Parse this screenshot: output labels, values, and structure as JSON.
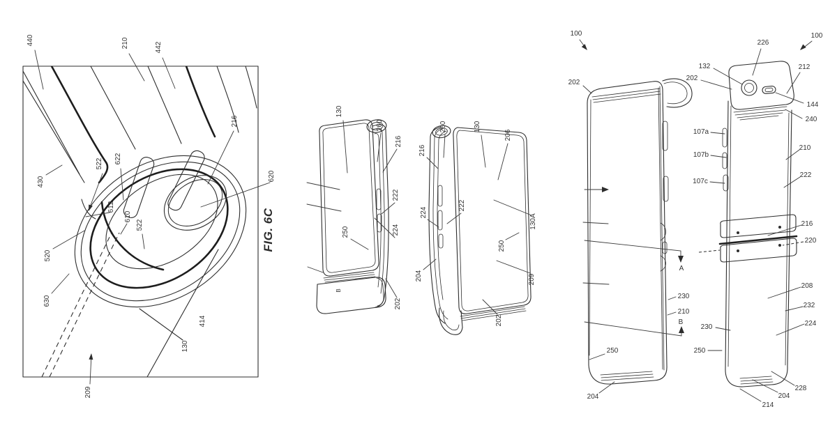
{
  "colors": {
    "ink": "#2d2d2d",
    "background": "#ffffff"
  },
  "fig6c": {
    "title": "FIG. 6C",
    "labels": {
      "n440": "440",
      "n210": "210",
      "n442": "442",
      "n216": "216",
      "n620": "620",
      "n430": "430",
      "n522a": "522",
      "n622": "622",
      "n612": "612",
      "n610": "610",
      "n522b": "522",
      "n520": "520",
      "n630": "630",
      "n414": "414",
      "n130": "130",
      "n209": "209"
    }
  },
  "folded_left": {
    "device_mark": "B",
    "labels": {
      "n130": "130",
      "n260": "260",
      "n216": "216",
      "n222": "222",
      "n224": "224",
      "n250": "250",
      "n202": "202"
    }
  },
  "folded_right": {
    "labels": {
      "n216": "216",
      "n260": "260",
      "n130": "130",
      "n206": "206",
      "n224": "224",
      "n222": "222",
      "n130a": "130A",
      "n250": "250",
      "n209": "209",
      "n204": "204",
      "n202": "202"
    }
  },
  "front_view": {
    "ref": "100",
    "sections": {
      "a": "A",
      "b": "B"
    },
    "labels": {
      "n202": "202",
      "n230": "230",
      "n210": "210",
      "n250": "250",
      "n204": "204"
    }
  },
  "back_view": {
    "ref": "100",
    "labels": {
      "n226": "226",
      "n132": "132",
      "n202": "202",
      "n212": "212",
      "n144": "144",
      "n240": "240",
      "n107a": "107a",
      "n107b": "107b",
      "n107c": "107c",
      "n210": "210",
      "n222": "222",
      "n216": "216",
      "n220": "220",
      "n208": "208",
      "n232": "232",
      "n224": "224",
      "n230": "230",
      "n250": "250",
      "n228": "228",
      "n204": "204",
      "n214": "214"
    }
  }
}
